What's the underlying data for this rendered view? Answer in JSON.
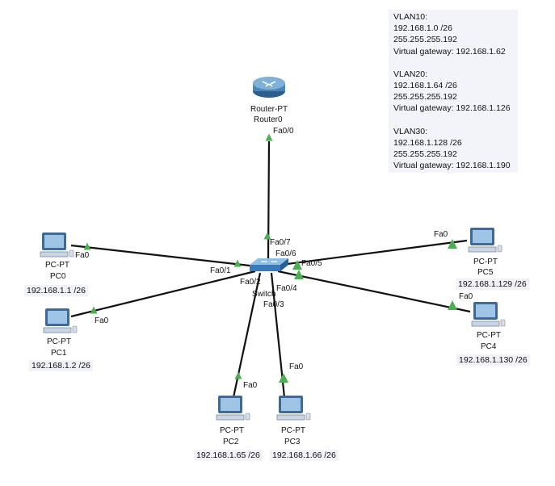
{
  "note": {
    "vlans": [
      {
        "title": "VLAN10:",
        "network": "192.168.1.0 /26",
        "mask": "255.255.255.192",
        "gateway": "Virtual gateway: 192.168.1.62"
      },
      {
        "title": "VLAN20:",
        "network": "192.168.1.64 /26",
        "mask": "255.255.255.192",
        "gateway": "Virtual gateway: 192.168.1.126"
      },
      {
        "title": "VLAN30:",
        "network": "192.168.1.128 /26",
        "mask": "255.255.255.192",
        "gateway": "Virtual gateway: 192.168.1.190"
      }
    ]
  },
  "router": {
    "model": "Router-PT",
    "name": "Router0",
    "port": "Fa0/0"
  },
  "switch": {
    "name": "Switch",
    "ports": {
      "fa01": "Fa0/1",
      "fa02": "Fa0/2",
      "fa03": "Fa0/3",
      "fa04": "Fa0/4",
      "fa05": "Fa0/5",
      "fa06": "Fa0/6",
      "fa07": "Fa0/7"
    }
  },
  "pcs": [
    {
      "model": "PC-PT",
      "name": "PC0",
      "ip": "192.168.1.1 /26",
      "port": "Fa0"
    },
    {
      "model": "PC-PT",
      "name": "PC1",
      "ip": "192.168.1.2 /26",
      "port": "Fa0"
    },
    {
      "model": "PC-PT",
      "name": "PC2",
      "ip": "192.168.1.65 /26",
      "port": "Fa0"
    },
    {
      "model": "PC-PT",
      "name": "PC3",
      "ip": "192.168.1.66 /26",
      "port": "Fa0"
    },
    {
      "model": "PC-PT",
      "name": "PC4",
      "ip": "192.168.1.130 /26",
      "port": "Fa0"
    },
    {
      "model": "PC-PT",
      "name": "PC5",
      "ip": "192.168.1.129 /26",
      "port": "Fa0"
    }
  ],
  "colors": {
    "link": "#111111",
    "indicator": "#4caf50",
    "switch": "#3a7ab8",
    "router": "#4a87b8",
    "pc": "#5a7fa8"
  }
}
